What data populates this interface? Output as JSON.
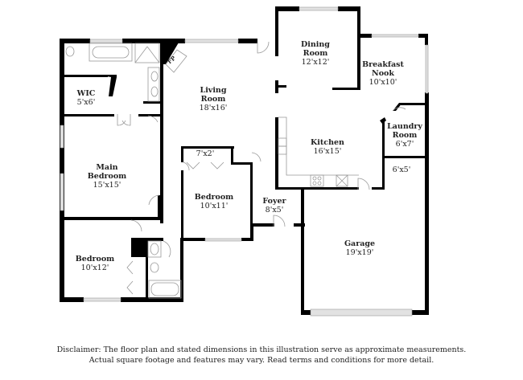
{
  "rooms": {
    "dining": {
      "name_line1": "Dining",
      "name_line2": "Room",
      "dims": "12'x12'"
    },
    "breakfast": {
      "name_line1": "Breakfast",
      "name_line2": "Nook",
      "dims": "10'x10'"
    },
    "living": {
      "name_line1": "Living",
      "name_line2": "Room",
      "dims": "18'x16'"
    },
    "wic": {
      "name_line1": "WIC",
      "dims": "5'x6'"
    },
    "fireplace": {
      "label": "FP"
    },
    "laundry": {
      "name_line1": "Laundry",
      "name_line2": "Room",
      "dims": "6'x7'"
    },
    "kitchen": {
      "name_line1": "Kitchen",
      "dims": "16'x15'"
    },
    "main_bedroom": {
      "name_line1": "Main",
      "name_line2": "Bedroom",
      "dims": "15'x15'"
    },
    "closet": {
      "dims": "7'x2'"
    },
    "bedroom2": {
      "name_line1": "Bedroom",
      "dims": "10'x11'"
    },
    "foyer": {
      "name_line1": "Foyer",
      "dims": "8'x5'"
    },
    "mudroom": {
      "dims": "6'x5'"
    },
    "garage": {
      "name_line1": "Garage",
      "dims": "19'x19'"
    },
    "bedroom3": {
      "name_line1": "Bedroom",
      "dims": "10'x12'"
    }
  },
  "disclaimer": {
    "line1": "Disclaimer: The floor plan and stated dimensions in this illustration serve as approximate measurements.",
    "line2": "Actual square footage and features may vary. Read terms and conditions for more detail."
  },
  "colors": {
    "wall": "#000000",
    "window": "#d8d8d8",
    "fixture": "#aaaaaa",
    "text": "#222222"
  }
}
